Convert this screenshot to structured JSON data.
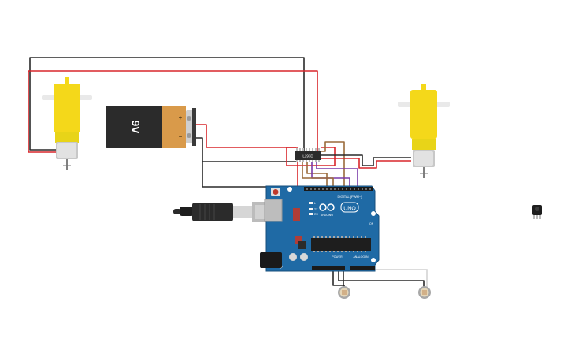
{
  "battery": {
    "label": "9V",
    "plus": "+",
    "minus": "−"
  },
  "driver": {
    "label": "L293D"
  },
  "arduino": {
    "brand": "ARDUINO",
    "model": "UNO",
    "digital_label": "DIGITAL (PWM~)",
    "power_label": "POWER",
    "analog_label": "ANALOG IN",
    "on_label": "ON",
    "tx_label": "TX",
    "rx_label": "RX",
    "l_label": "L"
  },
  "colors": {
    "wire_red": "#d8262b",
    "wire_black": "#2a2a2a",
    "wire_brown": "#9a6a3a",
    "wire_purple": "#7a3aa8",
    "wire_white": "#dcdcdc",
    "board": "#1f6aa5",
    "motor_yellow": "#f4d81a"
  },
  "icons": [
    "dc-motor-icon",
    "battery-icon",
    "usb-cable-icon",
    "ir-sensor-icon",
    "light-sensor-icon"
  ]
}
